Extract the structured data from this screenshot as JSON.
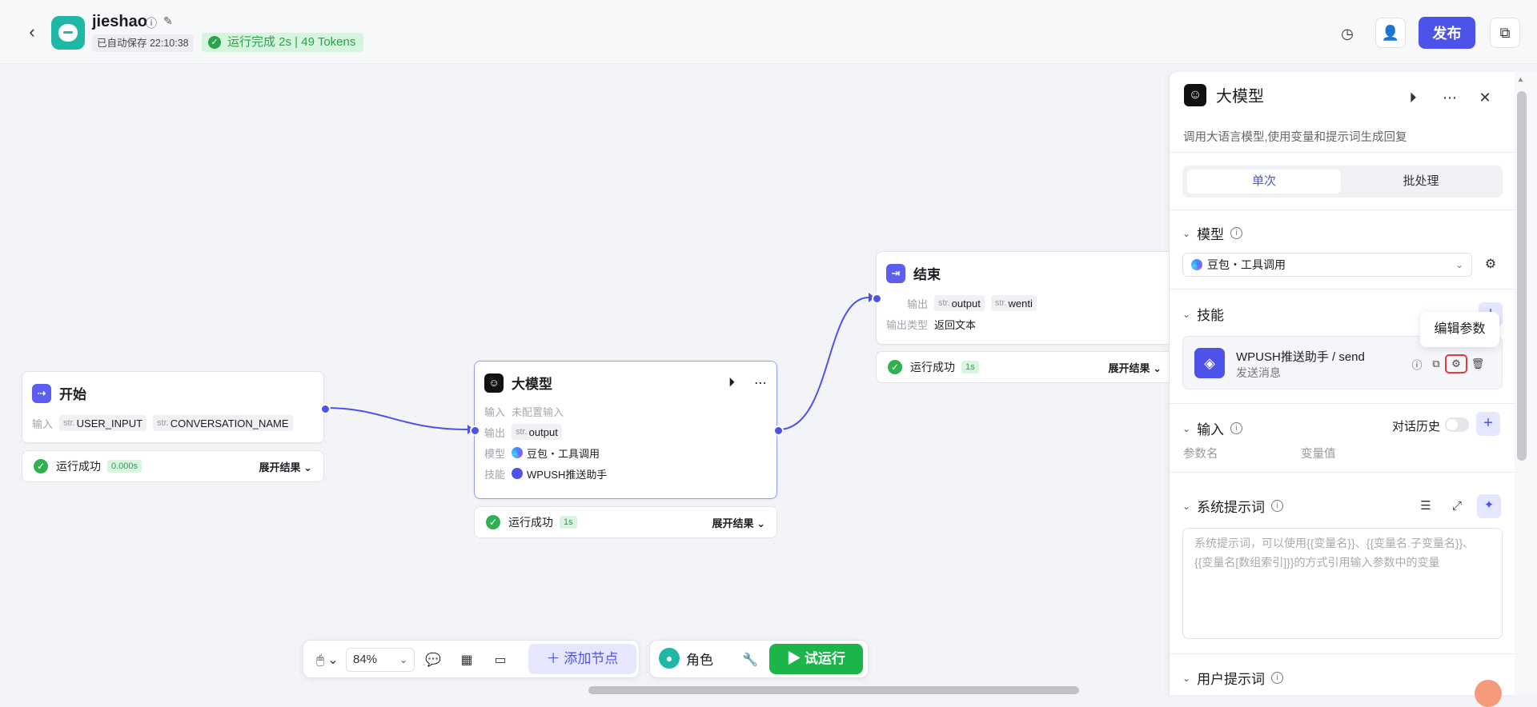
{
  "header": {
    "app_name": "jieshao",
    "autosave": "已自动保存 22:10:38",
    "run_status": "运行完成 2s | 49 Tokens",
    "publish_label": "发布"
  },
  "nodes": {
    "start": {
      "title": "开始",
      "input_label": "输入",
      "inputs": [
        {
          "type": "str.",
          "name": "USER_INPUT"
        },
        {
          "type": "str.",
          "name": "CONVERSATION_NAME"
        }
      ],
      "status": "运行成功",
      "duration": "0.000s",
      "expand": "展开结果"
    },
    "llm": {
      "title": "大模型",
      "input_label": "输入",
      "input_value": "未配置输入",
      "output_label": "输出",
      "output": {
        "type": "str.",
        "name": "output"
      },
      "model_label": "模型",
      "model_value": "豆包・工具调用",
      "skill_label": "技能",
      "skill_value": "WPUSH推送助手",
      "status": "运行成功",
      "duration": "1s",
      "expand": "展开结果"
    },
    "end": {
      "title": "结束",
      "output_label": "输出",
      "outputs": [
        {
          "type": "str.",
          "name": "output"
        },
        {
          "type": "str.",
          "name": "wenti"
        }
      ],
      "output_type_label": "输出类型",
      "output_type_value": "返回文本",
      "status": "运行成功",
      "duration": "1s",
      "expand": "展开结果"
    }
  },
  "panel": {
    "title": "大模型",
    "description": "调用大语言模型,使用变量和提示词生成回复",
    "tabs": [
      "单次",
      "批处理"
    ],
    "model_section": "模型",
    "model_value": "豆包・工具调用",
    "skill_section": "技能",
    "skill_title": "WPUSH推送助手 / send",
    "skill_desc": "发送消息",
    "tooltip": "编辑参数",
    "input_section": "输入",
    "history_label": "对话历史",
    "param_name": "参数名",
    "var_value": "变量值",
    "system_prompt_section": "系统提示词",
    "system_prompt_placeholder": "系统提示词，可以使用{{变量名}}、{{变量名.子变量名}}、{{变量名[数组索引]}}的方式引用输入参数中的变量",
    "user_prompt_section": "用户提示词"
  },
  "toolbar": {
    "zoom": "84%",
    "add_node": "添加节点",
    "role": "角色",
    "trial_run": "试运行"
  },
  "colors": {
    "accent": "#4d53e8",
    "success": "#2ba24c",
    "run_button": "#1cb54a",
    "highlight_box": "#e23b3b"
  }
}
